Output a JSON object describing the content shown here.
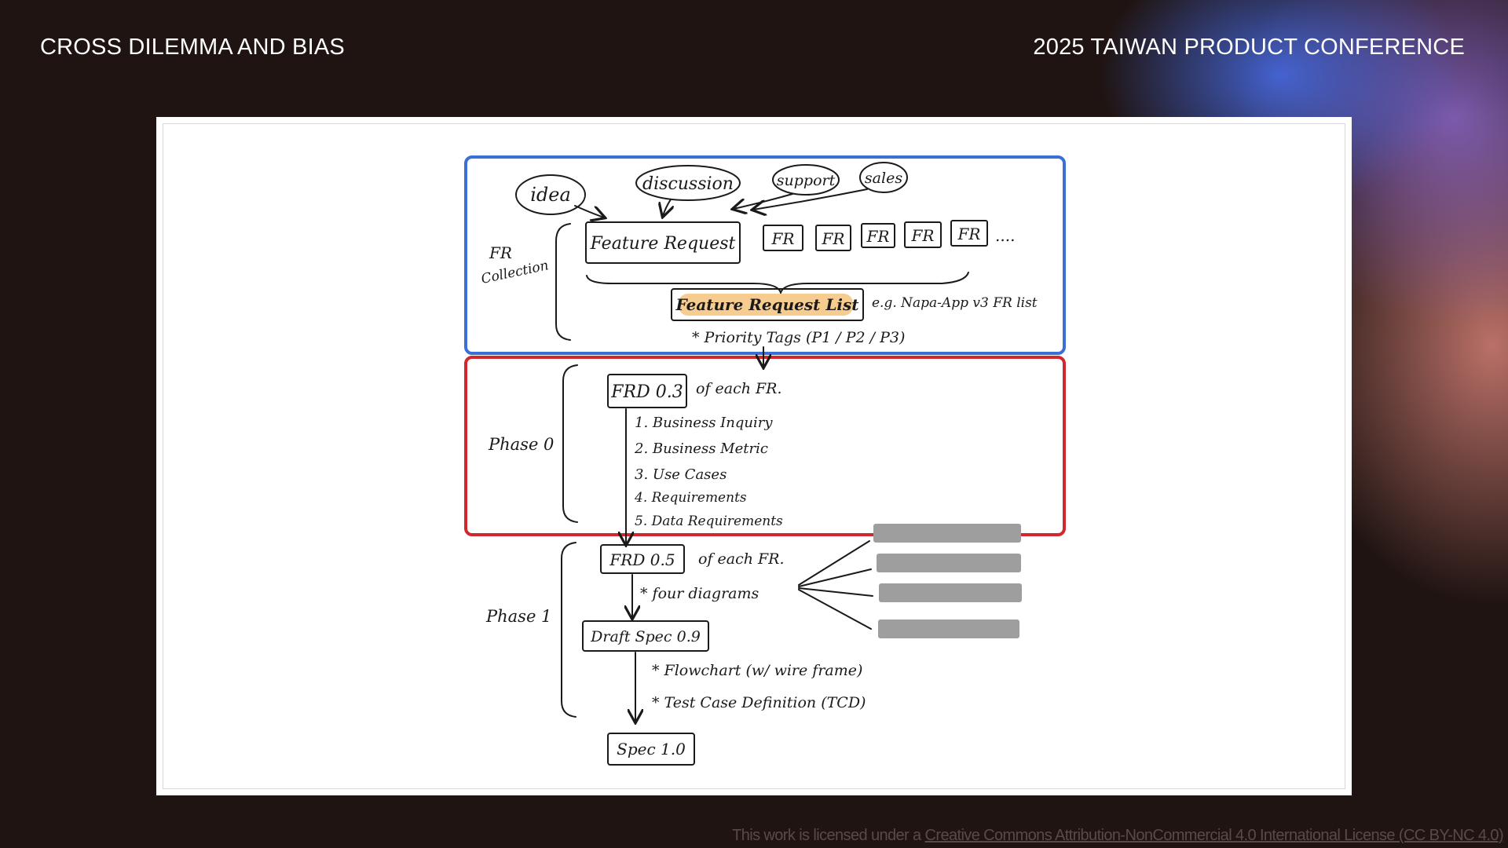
{
  "header": {
    "left_title": "CROSS DILEMMA AND BIAS",
    "right_title": "2025 TAIWAN PRODUCT CONFERENCE"
  },
  "colors": {
    "background": "#1f1412",
    "fr_collection_box": "#3a6fd8",
    "phase0_box": "#d0282e",
    "highlight": "#f7c98a",
    "redaction": "#9e9e9e"
  },
  "diagram": {
    "sources": [
      "idea",
      "discussion",
      "support",
      "sales"
    ],
    "fr_collection_label": [
      "FR",
      "Collection"
    ],
    "feature_request": "Feature Request",
    "fr_items": [
      "FR",
      "FR",
      "FR",
      "FR",
      "FR"
    ],
    "fr_ellipsis": "....",
    "feature_request_list": "Feature Request List",
    "fr_list_example": "e.g. Napa-App v3 FR list",
    "priority_tags": "* Priority Tags (P1 / P2 / P3)",
    "phase0_label": "Phase 0",
    "frd03": "FRD 0.3",
    "frd03_suffix": "of each FR.",
    "frd03_items": [
      "1. Business Inquiry",
      "2. Business Metric",
      "3. Use Cases",
      "4. Requirements",
      "5. Data Requirements"
    ],
    "phase1_label": "Phase 1",
    "frd05": "FRD 0.5",
    "frd05_suffix": "of each FR.",
    "four_diagrams": "* four diagrams",
    "redacted_count": 4,
    "draft_spec": "Draft Spec 0.9",
    "flowchart": "* Flowchart (w/ wire frame)",
    "test_case": "* Test Case Definition (TCD)",
    "spec10": "Spec 1.0"
  },
  "footer": {
    "prefix": "This work is licensed under a ",
    "link_text": "Creative Commons Attribution-NonCommercial 4.0 International License (CC BY-NC 4.0)"
  }
}
